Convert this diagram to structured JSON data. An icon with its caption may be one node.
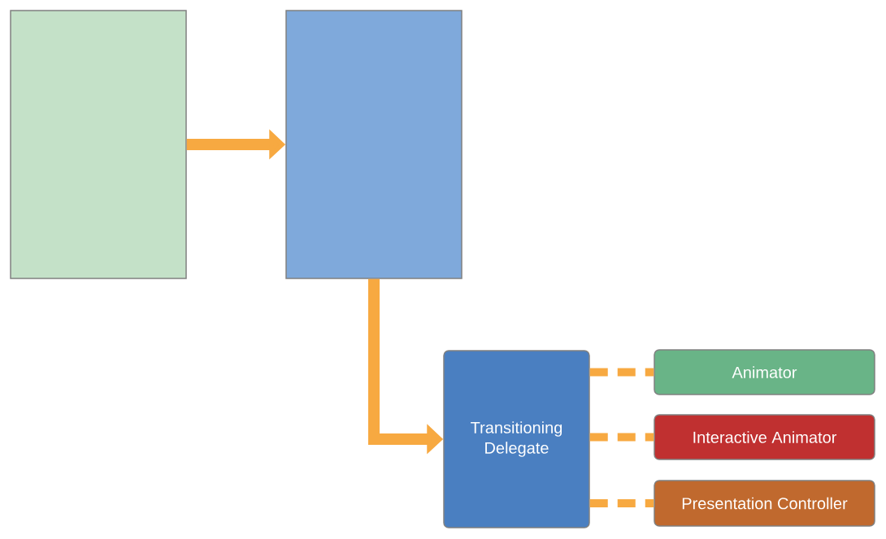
{
  "diagram": {
    "nodes": [
      {
        "text": [],
        "shape": "box"
      },
      {
        "text": [],
        "shape": "box"
      },
      {
        "text": [
          "Transitioning Delegate"
        ]
      },
      {
        "text": [
          "Animator"
        ]
      },
      {
        "text": [
          "Interactive Animator"
        ]
      },
      {
        "text": [
          "Presentation Controller"
        ]
      }
    ],
    "edges": [
      {
        "from": 0,
        "to": 1,
        "arrow": "to"
      },
      {
        "from": 1,
        "to": 2,
        "arrow": "to"
      },
      {
        "from": 2,
        "to": 3,
        "arrow": "none",
        "style": "dashed"
      },
      {
        "from": 2,
        "to": 4,
        "arrow": "none",
        "style": "dashed"
      },
      {
        "from": 2,
        "to": 5,
        "arrow": "none",
        "style": "dashed"
      }
    ]
  }
}
